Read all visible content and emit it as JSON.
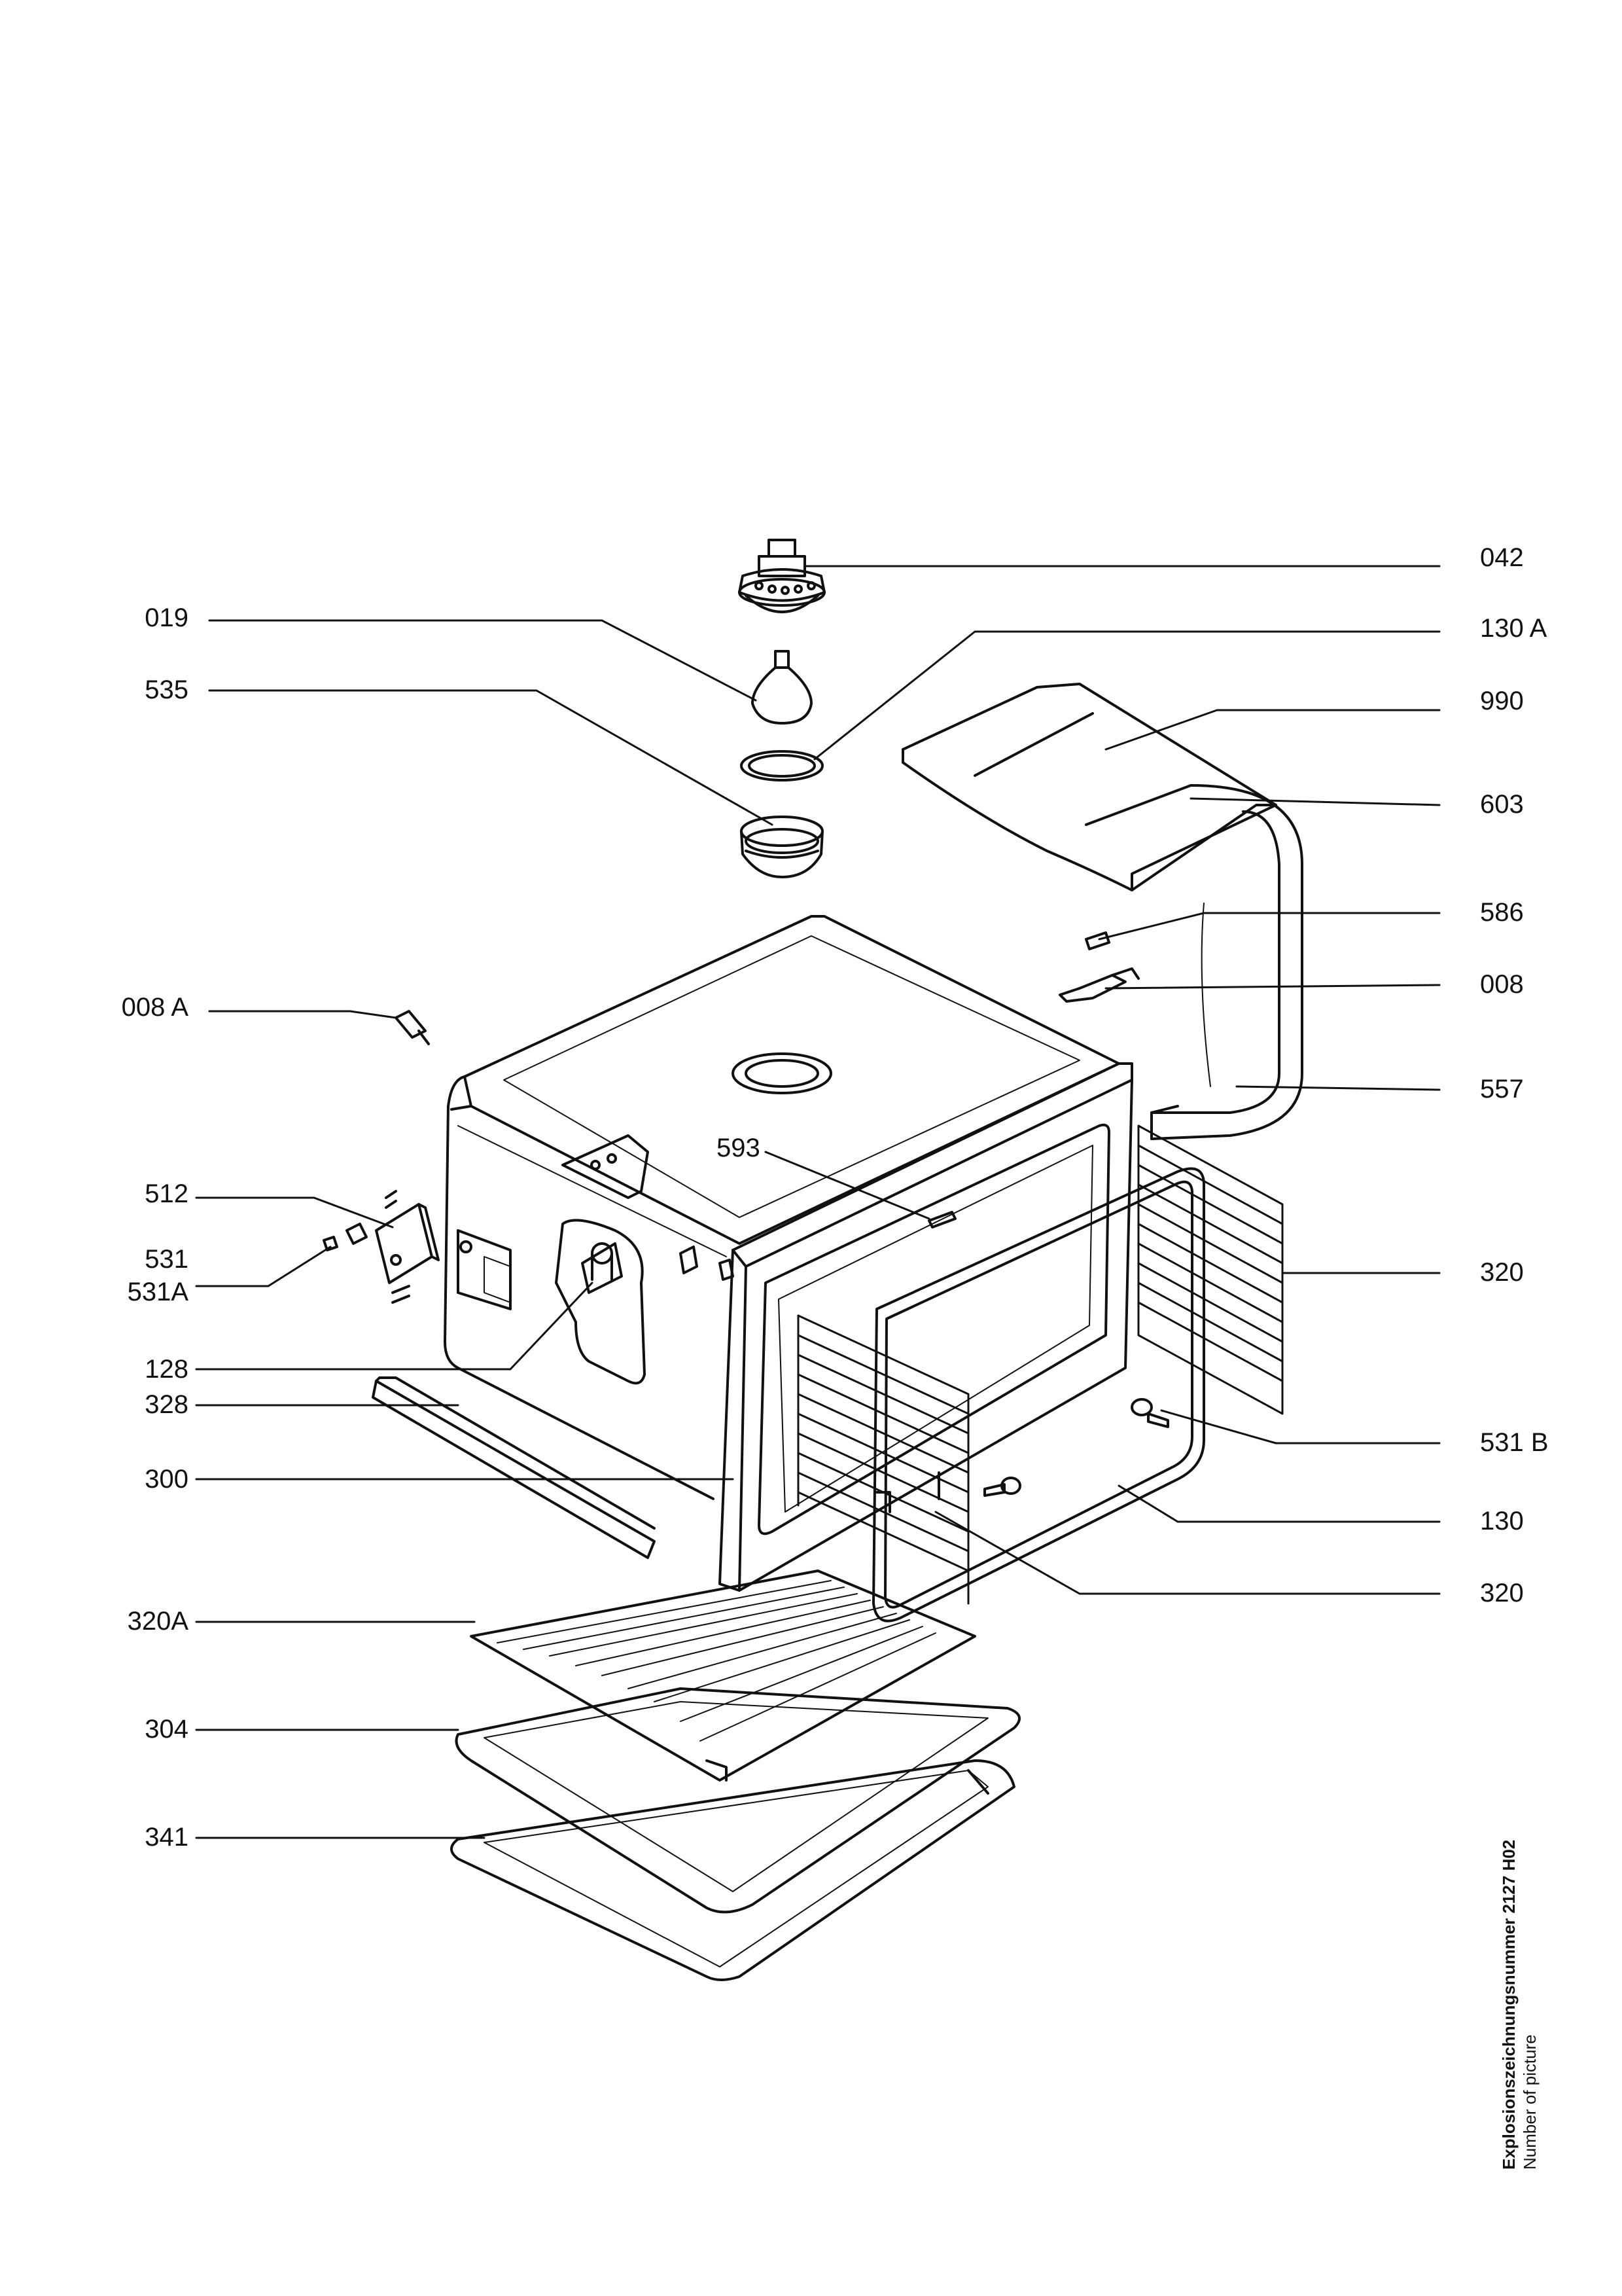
{
  "labels": {
    "p042": "042",
    "p019": "019",
    "p130A": "130 A",
    "p535": "535",
    "p990": "990",
    "p603": "603",
    "p586": "586",
    "p008A": "008 A",
    "p008": "008",
    "p557": "557",
    "p593": "593",
    "p512": "512",
    "p531": "531",
    "p531A": "531A",
    "p320_top": "320",
    "p128": "128",
    "p328": "328",
    "p531B": "531 B",
    "p300": "300",
    "p130": "130",
    "p320_bottom": "320",
    "p320A": "320A",
    "p304": "304",
    "p341": "341"
  },
  "caption": {
    "title": "Explosionszeichnungsnummer 2127 H02",
    "subtitle": "Number of picture"
  }
}
